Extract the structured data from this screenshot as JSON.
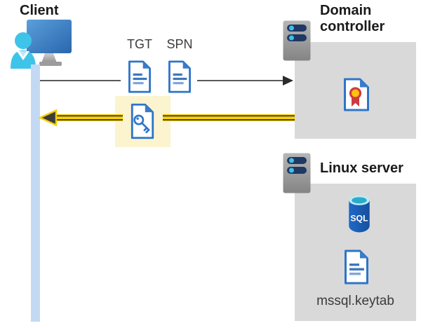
{
  "client": {
    "label": "Client"
  },
  "tickets": {
    "tgt_label": "TGT",
    "spn_label": "SPN"
  },
  "domain_controller": {
    "label": "Domain controller"
  },
  "linux_server": {
    "label": "Linux server",
    "sql_label": "SQL",
    "keytab_label": "mssql.keytab"
  },
  "icons": {
    "client": "user-at-computer-icon",
    "tgt_ticket": "document-icon",
    "spn_ticket": "document-icon",
    "service_ticket": "key-document-icon",
    "domain_controller": "server-icon",
    "certificate": "certificate-document-icon",
    "linux_server": "server-icon",
    "database": "sql-database-icon",
    "keytab_file": "document-icon"
  },
  "arrows": {
    "request_direction": "client-to-domain-controller",
    "response_direction": "domain-controller-to-client"
  },
  "colors": {
    "arrow-yellow": "#F7D000",
    "arrow-dark": "#3C3C3C",
    "request-arrow-gray": "#5A5A5A",
    "highlight-yellow": "#FBF4CF",
    "icon-blue": "#2E75C8",
    "box-gray": "#D9D9D9",
    "client-bar-blue": "#C3D9F3",
    "server-navy": "#1F3864",
    "server-dot-cyan": "#3FBEE8",
    "cert-red": "#CE3A41",
    "cert-gold": "#FFC20E",
    "person-cyan": "#3EC4E9",
    "text-dark": "#1A1A1A",
    "text-gray": "#3B3B3B"
  }
}
